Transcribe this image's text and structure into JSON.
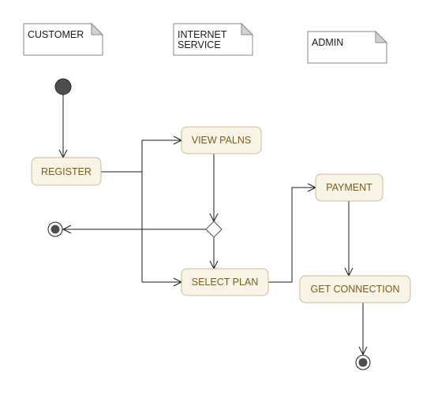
{
  "notes": {
    "customer": {
      "label": "CUSTOMER"
    },
    "internet_service": {
      "line1": "INTERNET",
      "line2": "SERVICE"
    },
    "admin": {
      "label": "ADMIN"
    }
  },
  "activities": {
    "register": "REGISTER",
    "view_plans": "VIEW PALNS",
    "select_plan": "SELECT PLAN",
    "payment": "PAYMENT",
    "get_connection": "GET CONNECTION"
  }
}
